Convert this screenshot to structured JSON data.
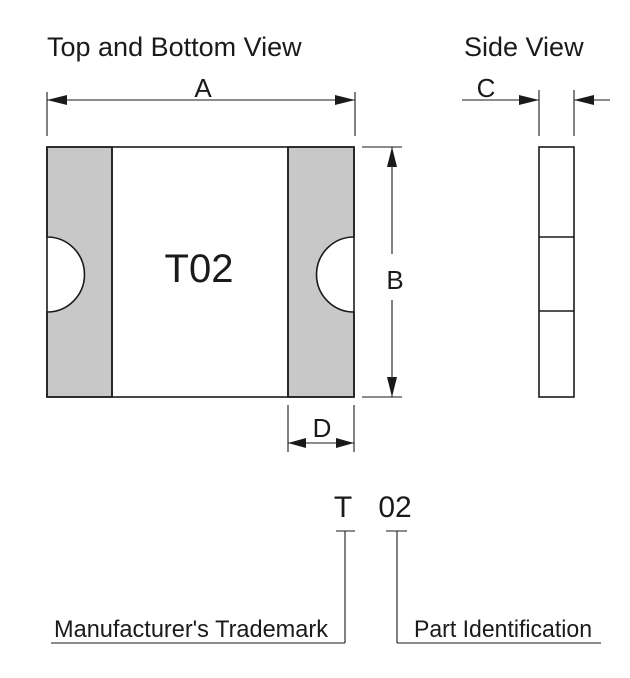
{
  "views": {
    "top_bottom_title": "Top and Bottom View",
    "side_title": "Side View"
  },
  "dimensions": {
    "a": "A",
    "b": "B",
    "c": "C",
    "d": "D"
  },
  "marking": {
    "body_text": "T02",
    "code_t": "T",
    "code_02": "02",
    "manufacturer_label": "Manufacturer's Trademark",
    "part_label": "Part Identification"
  },
  "colors": {
    "terminal_fill": "#c8c8c8",
    "outline": "#1a1a1a"
  }
}
